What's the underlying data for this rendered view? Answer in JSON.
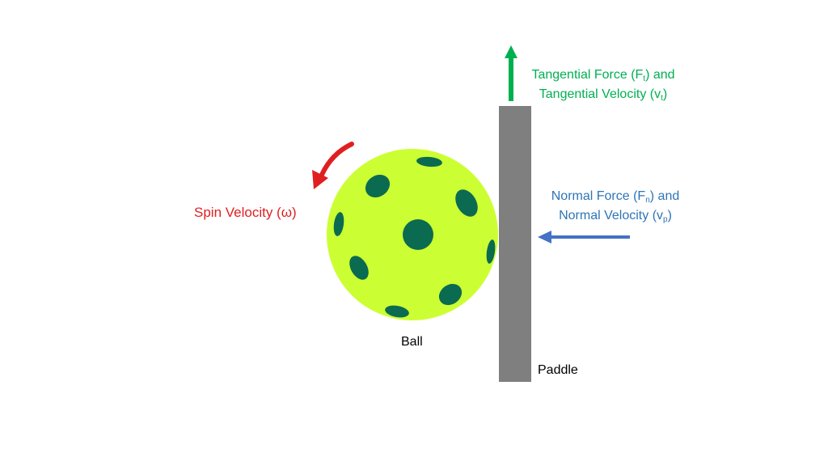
{
  "colors": {
    "ball": "#ccff33",
    "ball_holes": "#0b6b50",
    "paddle": "#7f7f7f",
    "tangential": "#00b050",
    "normal": "#2e75b6",
    "normal_arrow": "#4472c4",
    "spin": "#e02020"
  },
  "labels": {
    "tangential_line1": "Tangential Force (F",
    "tangential_sub1": "t",
    "tangential_line1_end": ") and",
    "tangential_line2": "Tangential Velocity (v",
    "tangential_sub2": "t",
    "tangential_line2_end": ")",
    "normal_line1": "Normal Force (F",
    "normal_sub1": "n",
    "normal_line1_end": ") and",
    "normal_line2": "Normal Velocity (v",
    "normal_sub2": "p",
    "normal_line2_end": ")",
    "spin": "Spin Velocity (ω)",
    "ball": "Ball",
    "paddle": "Paddle"
  },
  "icons": {
    "tangential_arrow": "arrow-up-icon",
    "normal_arrow": "arrow-left-icon",
    "spin_arrow": "curved-arrow-icon"
  }
}
